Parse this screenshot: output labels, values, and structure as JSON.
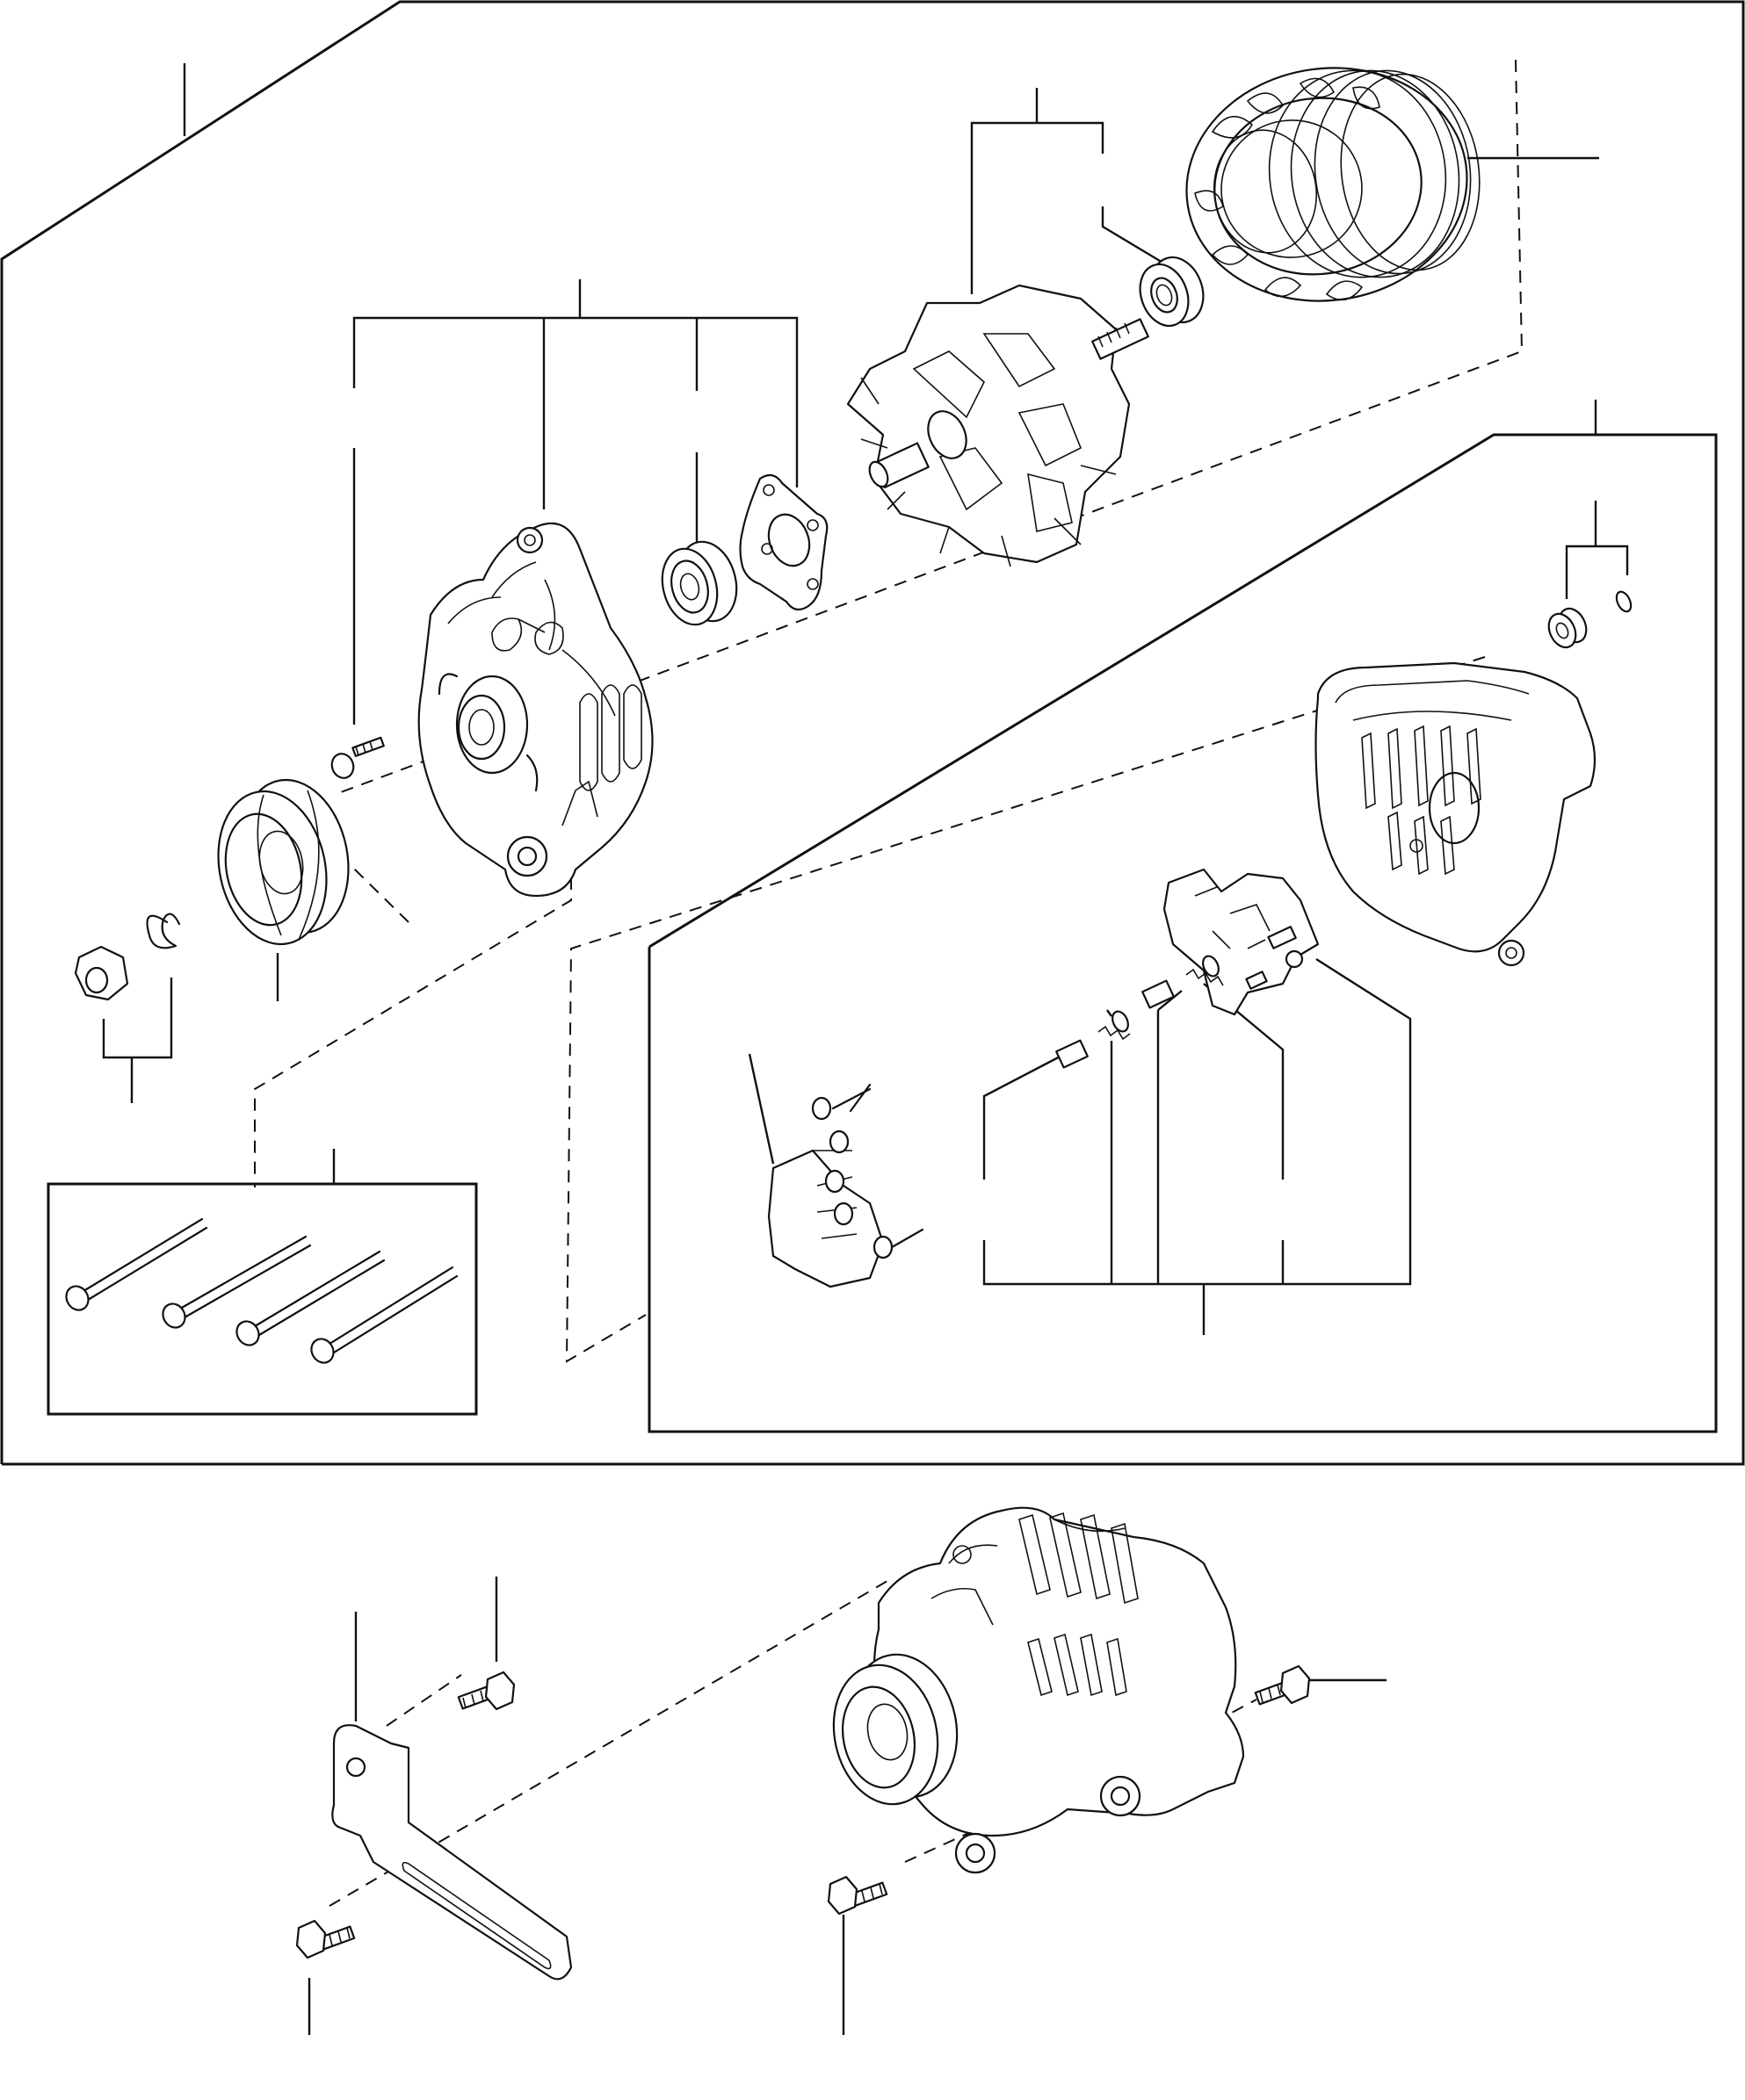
{
  "diagram": {
    "title": "",
    "callout_numbers": []
  },
  "colors": {
    "line": "#111111",
    "background": "#ffffff"
  },
  "parts": [
    {
      "id": "alternator-assembly",
      "icon": "alternator-icon"
    },
    {
      "id": "drive-end-frame",
      "icon": "housing-icon"
    },
    {
      "id": "front-bearing",
      "icon": "bearing-icon"
    },
    {
      "id": "bearing-retainer-plate",
      "icon": "plate-icon"
    },
    {
      "id": "rotor",
      "icon": "rotor-icon"
    },
    {
      "id": "rear-bearing",
      "icon": "bearing-icon"
    },
    {
      "id": "stator",
      "icon": "stator-icon"
    },
    {
      "id": "pulley",
      "icon": "pulley-icon"
    },
    {
      "id": "pulley-nut",
      "icon": "nut-icon"
    },
    {
      "id": "spacer-collar",
      "icon": "collar-icon"
    },
    {
      "id": "through-bolts",
      "icon": "bolt-icon"
    },
    {
      "id": "rear-frame",
      "icon": "housing-icon"
    },
    {
      "id": "rectifier",
      "icon": "rectifier-icon"
    },
    {
      "id": "brush-holder-regulator",
      "icon": "brush-holder-icon"
    },
    {
      "id": "brush-springs",
      "icon": "spring-icon"
    },
    {
      "id": "mounting-bracket",
      "icon": "bracket-icon"
    },
    {
      "id": "mounting-bolts",
      "icon": "bolt-icon"
    }
  ]
}
